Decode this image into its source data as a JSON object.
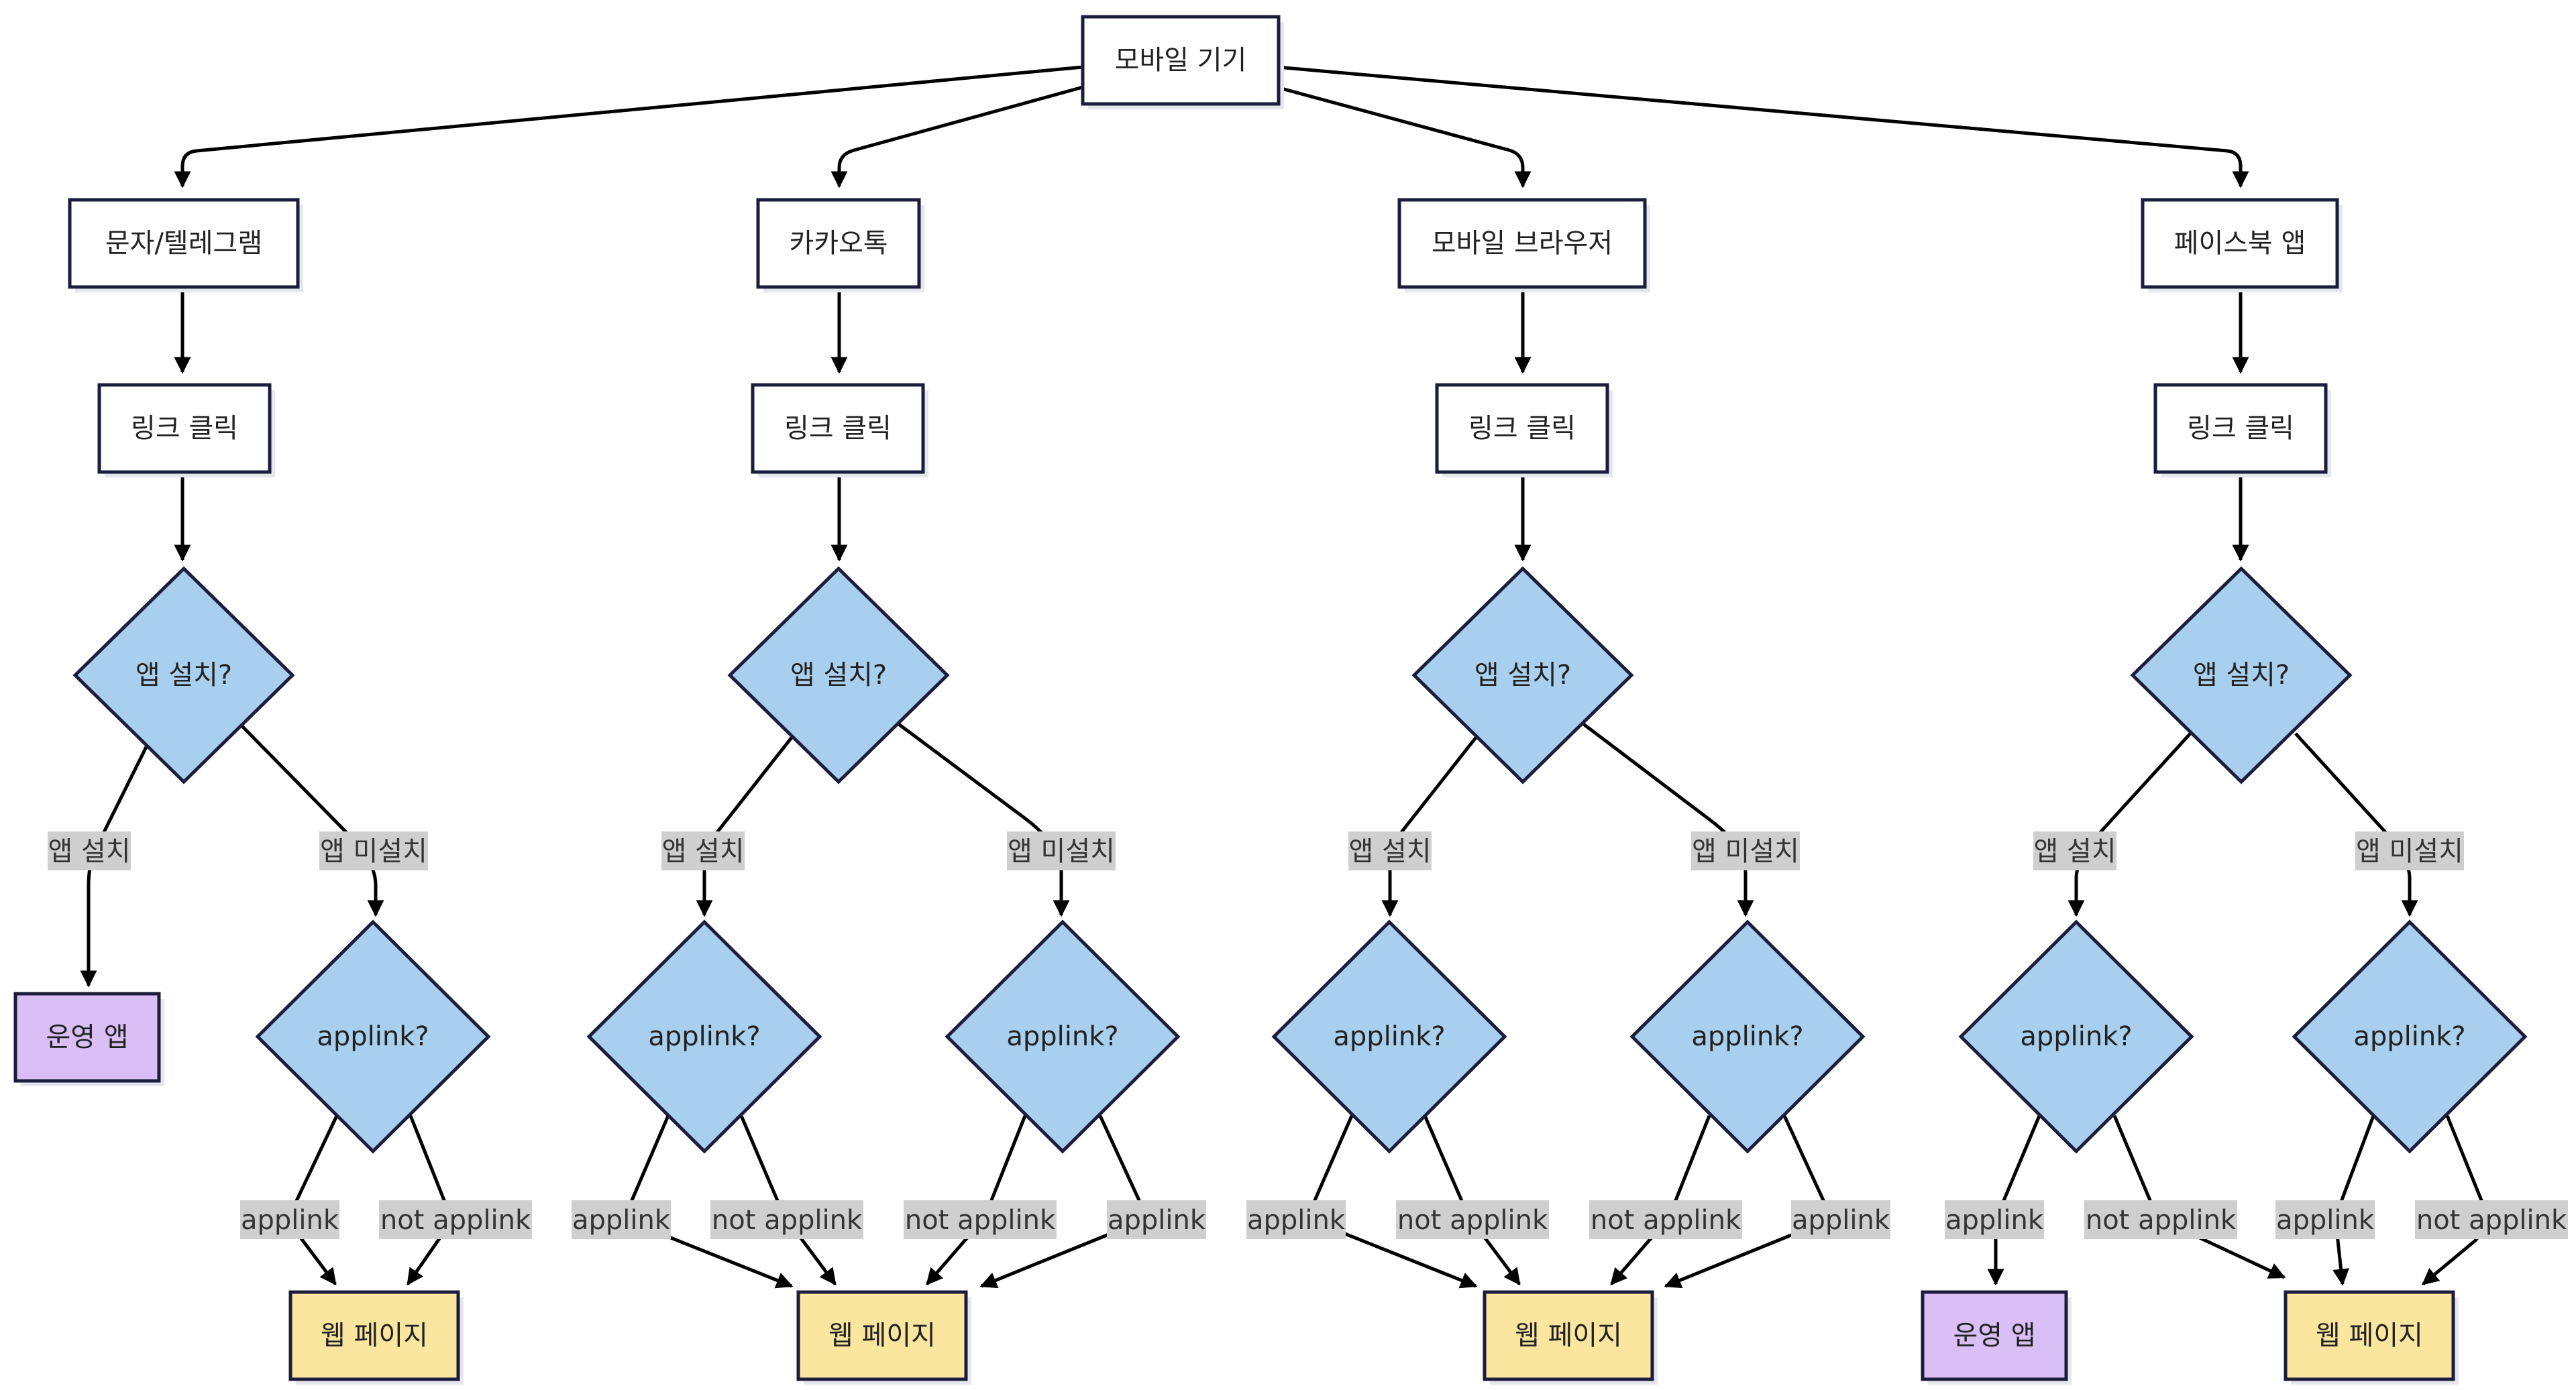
{
  "colors": {
    "box_fill": "#ffffff",
    "decision_fill": "#a9cfee",
    "web_fill": "#fae69e",
    "app_fill": "#d9bff5",
    "stroke": "#1c1c3c",
    "edge": "#000000",
    "label_bg": "#cfcfcf"
  },
  "nodes": {
    "root": "모바일 기기",
    "src_sms": "문자/텔레그램",
    "src_kakao": "카카오톡",
    "src_browser": "모바일 브라우저",
    "src_facebook": "페이스북 앱",
    "click_1": "링크 클릭",
    "click_2": "링크 클릭",
    "click_3": "링크 클릭",
    "click_4": "링크 클릭",
    "install_q1": "앱 설치?",
    "install_q2": "앱 설치?",
    "install_q3": "앱 설치?",
    "install_q4": "앱 설치?",
    "app_1": "운영 앱",
    "applink_q1": "applink?",
    "applink_q2a": "applink?",
    "applink_q2b": "applink?",
    "applink_q3a": "applink?",
    "applink_q3b": "applink?",
    "applink_q4a": "applink?",
    "applink_q4b": "applink?",
    "web_1": "웹 페이지",
    "web_2": "웹 페이지",
    "web_3": "웹 페이지",
    "app_4": "운영 앱",
    "web_4": "웹 페이지"
  },
  "edge_labels": {
    "l1_installed": "앱 설치",
    "l1_not_installed": "앱 미설치",
    "l1_applink": "applink",
    "l1_not_applink": "not applink",
    "l2_installed": "앱 설치",
    "l2_not_installed": "앱 미설치",
    "l2a_applink": "applink",
    "l2a_not_applink": "not applink",
    "l2b_not_applink": "not applink",
    "l2b_applink": "applink",
    "l3_installed": "앱 설치",
    "l3_not_installed": "앱 미설치",
    "l3a_applink": "applink",
    "l3a_not_applink": "not applink",
    "l3b_not_applink": "not applink",
    "l3b_applink": "applink",
    "l4_installed": "앱 설치",
    "l4_not_installed": "앱 미설치",
    "l4a_applink": "applink",
    "l4a_not_applink": "not applink",
    "l4b_applink": "applink",
    "l4b_not_applink": "not applink"
  }
}
